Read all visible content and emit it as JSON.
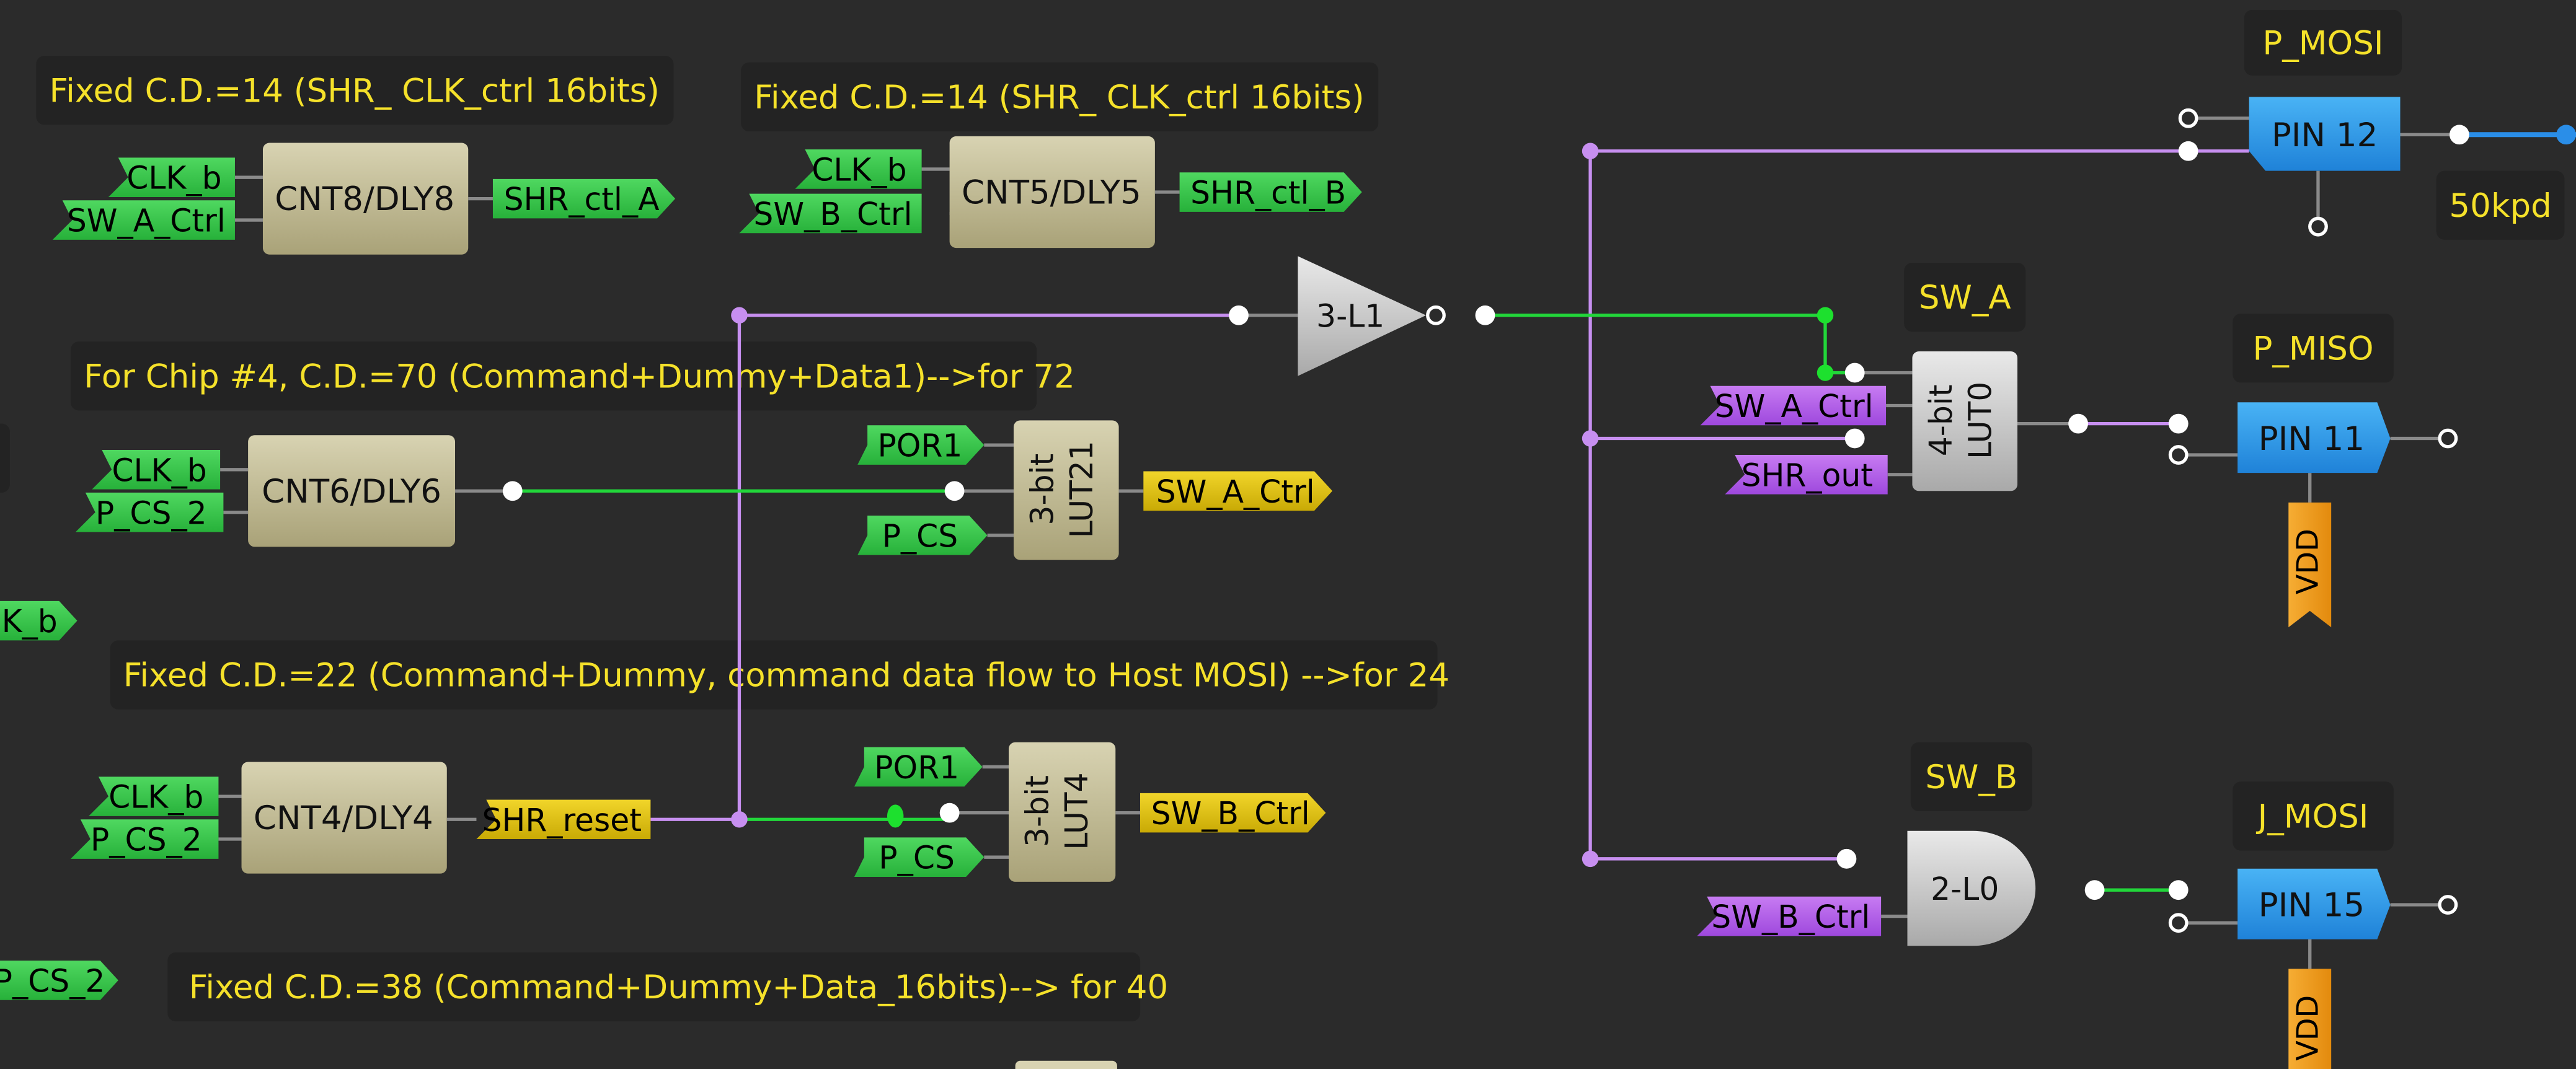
{
  "colors": {
    "background": "#2b2b2b",
    "comment_box": "#232323",
    "comment_text": "#f5e12a",
    "wire_purple": "#c78ff0",
    "wire_green": "#22d63a",
    "wire_blue": "#2a8ee8",
    "wire_gray": "#8a8a8a",
    "label_green": "#35c44a",
    "label_yellow": "#e3c60a",
    "label_purple": "#b25cea",
    "label_orange": "#f39a1b",
    "block_tan": "#bdb690",
    "block_gray": "#c6c6c6",
    "pin_blue": "#2e9aea",
    "junction_green": "#1de02e"
  },
  "comments": [
    "Fixed C.D.=14 (SHR_ CLK_ctrl 16bits)",
    "Fixed C.D.=14 (SHR_ CLK_ctrl 16bits)",
    "For Chip #4, C.D.=70 (Command+Dummy+Data1)-->for 72",
    "Fixed C.D.=22 (Command+Dummy, command data flow to Host MOSI) -->for 24",
    "Fixed C.D.=38 (Command+Dummy+Data_16bits)--> for 40"
  ],
  "blocks": {
    "cnt8": "CNT8/DLY8",
    "cnt5": "CNT5/DLY5",
    "cnt6": "CNT6/DLY6",
    "cnt4": "CNT4/DLY4",
    "lut21": [
      "3-bit",
      "LUT21"
    ],
    "lut4": [
      "3-bit",
      "LUT4"
    ],
    "lut0": [
      "4-bit",
      "LUT0"
    ],
    "buffer": "3-L1",
    "and_gate": "2-L0"
  },
  "net_labels": {
    "clk_b": "CLK_b",
    "sw_a_ctrl": "SW_A_Ctrl",
    "sw_b_ctrl": "SW_B_Ctrl",
    "shr_ctl_a": "SHR_ctl_A",
    "shr_ctl_b": "SHR_ctl_B",
    "p_cs_2": "P_CS_2",
    "por1": "POR1",
    "p_cs": "P_CS",
    "shr_reset": "SHR_reset",
    "shr_out": "SHR_out",
    "vdd": "VDD",
    "clk_b_partial": "K_b",
    "p_cs_2_partial": "P_CS_2"
  },
  "pins": {
    "pin12": "PIN 12",
    "pin11": "PIN 11",
    "pin15": "PIN 15"
  },
  "pin_titles": {
    "p_mosi": "P_MOSI",
    "p_miso": "P_MISO",
    "j_mosi": "J_MOSI",
    "sw_a": "SW_A",
    "sw_b": "SW_B",
    "pulldown": "50kpd"
  }
}
